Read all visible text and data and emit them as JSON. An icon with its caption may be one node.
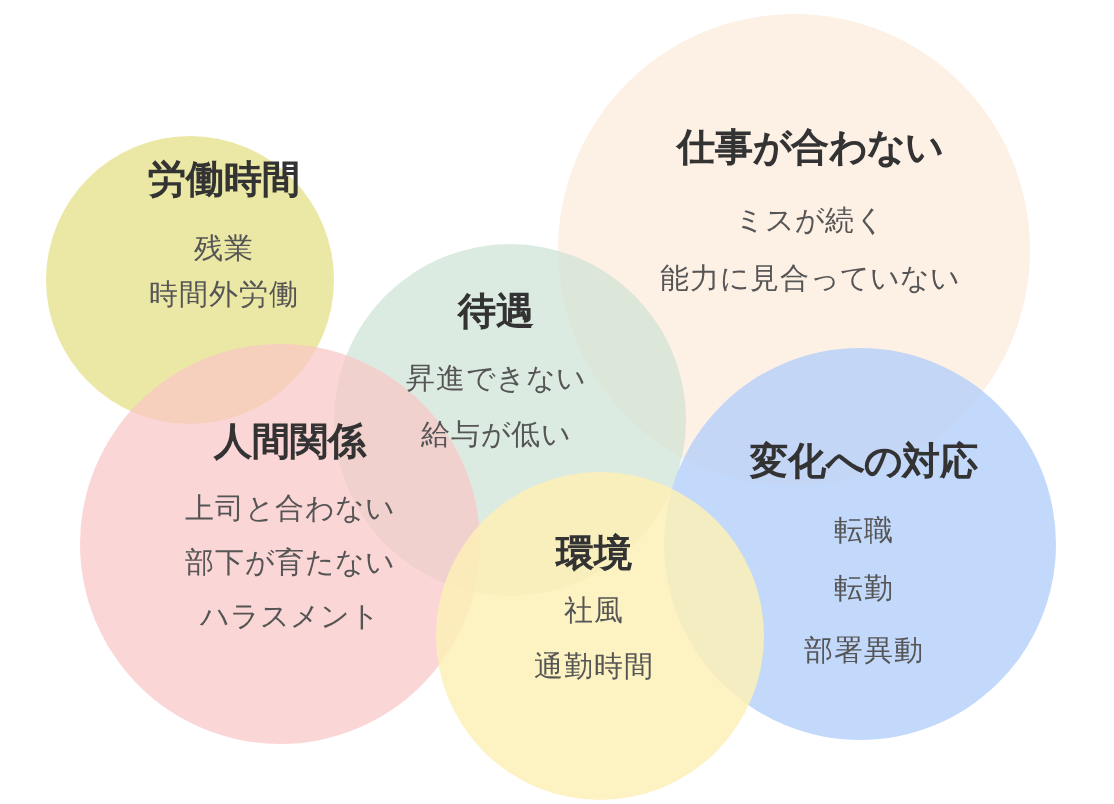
{
  "diagram": {
    "nodes": [
      {
        "text": [
          "労働時間",
          "残業",
          "時間外労働"
        ]
      },
      {
        "text": [
          "仕事が合わない",
          "ミスが続く",
          "能力に見合っていない"
        ]
      },
      {
        "text": [
          "待遇",
          "昇進できない",
          "給与が低い"
        ]
      },
      {
        "text": [
          "人間関係",
          "上司と合わない",
          "部下が育たない",
          "ハラスメント"
        ]
      },
      {
        "text": [
          "変化への対応",
          "転職",
          "転勤",
          "部署異動"
        ]
      },
      {
        "text": [
          "環境",
          "社風",
          "通勤時間"
        ]
      }
    ],
    "edges": []
  }
}
